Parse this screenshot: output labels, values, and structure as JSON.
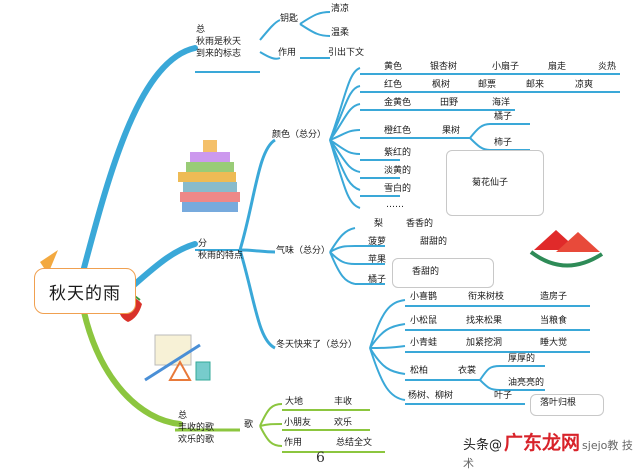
{
  "root": {
    "title": "秋天的雨"
  },
  "branch1": {
    "label_line1": "总",
    "label_line2": "秋雨是秋天",
    "label_line3": "到来的标志",
    "sub1": "钥匙",
    "sub1_a": "清凉",
    "sub1_b": "温柔",
    "sub2": "作用",
    "sub2_a": "引出下文"
  },
  "branch2": {
    "label_line1": "分",
    "label_line2": "秋雨的特点",
    "colors": {
      "label": "颜色（总分）",
      "rows": [
        [
          "黄色",
          "银杏树",
          "小扇子",
          "扇走",
          "炎热"
        ],
        [
          "红色",
          "枫树",
          "邮票",
          "邮来",
          "凉爽"
        ],
        [
          "金黄色",
          "田野",
          "海洋"
        ],
        [
          "橙红色",
          "果树",
          "橘子",
          "柿子"
        ],
        [
          "紫红的"
        ],
        [
          "淡黄的"
        ],
        [
          "雪白的"
        ],
        [
          "……"
        ]
      ],
      "flower": "菊花仙子"
    },
    "smell": {
      "label": "气味（总分）",
      "items": [
        "梨",
        "菠萝",
        "苹果",
        "橘子"
      ],
      "notes": [
        "香香的",
        "甜甜的"
      ],
      "combined": "香甜的"
    },
    "winter": {
      "label": "冬天快来了（总分）",
      "rows": [
        [
          "小喜鹊",
          "衔来树枝",
          "造房子"
        ],
        [
          "小松鼠",
          "找来松果",
          "当粮食"
        ],
        [
          "小青蛙",
          "加紧挖洞",
          "睡大觉"
        ],
        [
          "松柏",
          "衣裳",
          "厚厚的",
          "油亮亮的"
        ],
        [
          "杨树、柳树",
          "叶子"
        ]
      ],
      "fall": "落叶归根"
    }
  },
  "branch3": {
    "label_line1": "总",
    "label_line2": "丰收的歌",
    "label_line3": "欢乐的歌",
    "node": "歌",
    "rows": [
      [
        "大地",
        "丰收"
      ],
      [
        "小朋友",
        "欢乐"
      ],
      [
        "作用",
        "总结全文"
      ]
    ]
  },
  "footer": {
    "page": "6",
    "wm_a": "头条",
    "wm_b": "@",
    "wm_c": "广东龙网",
    "wm_d": "sjejo教 技术"
  }
}
